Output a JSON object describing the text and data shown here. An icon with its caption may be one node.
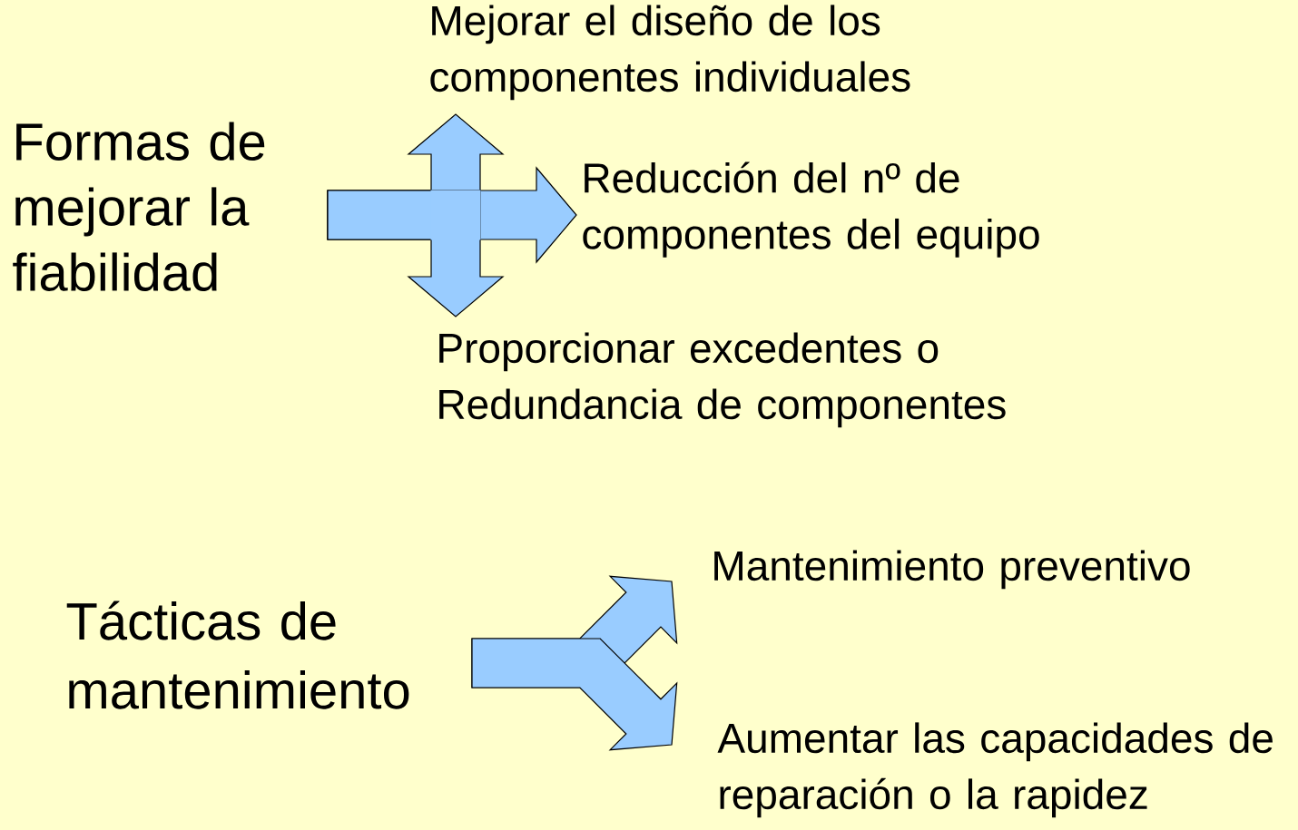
{
  "diagram": {
    "nodes": [
      {
        "text": [
          "Formas de mejorar la fiabilidad"
        ]
      },
      {
        "text": [
          "Mejorar el diseño de los componentes individuales"
        ]
      },
      {
        "text": [
          "Reducción del nº de componentes del equipo"
        ]
      },
      {
        "text": [
          "Proporcionar excedentes o Redundancia de componentes"
        ]
      },
      {
        "text": [
          "Tácticas de mantenimiento"
        ]
      },
      {
        "text": [
          "Mantenimiento preventivo"
        ]
      },
      {
        "text": [
          "Aumentar las capacidades de reparación o la rapidez"
        ]
      }
    ],
    "edges": [
      {
        "from": 0,
        "to": 1,
        "arrow": "to"
      },
      {
        "from": 0,
        "to": 2,
        "arrow": "to"
      },
      {
        "from": 0,
        "to": 3,
        "arrow": "to"
      },
      {
        "from": 4,
        "to": 5,
        "arrow": "to"
      },
      {
        "from": 4,
        "to": 6,
        "arrow": "to"
      }
    ]
  }
}
